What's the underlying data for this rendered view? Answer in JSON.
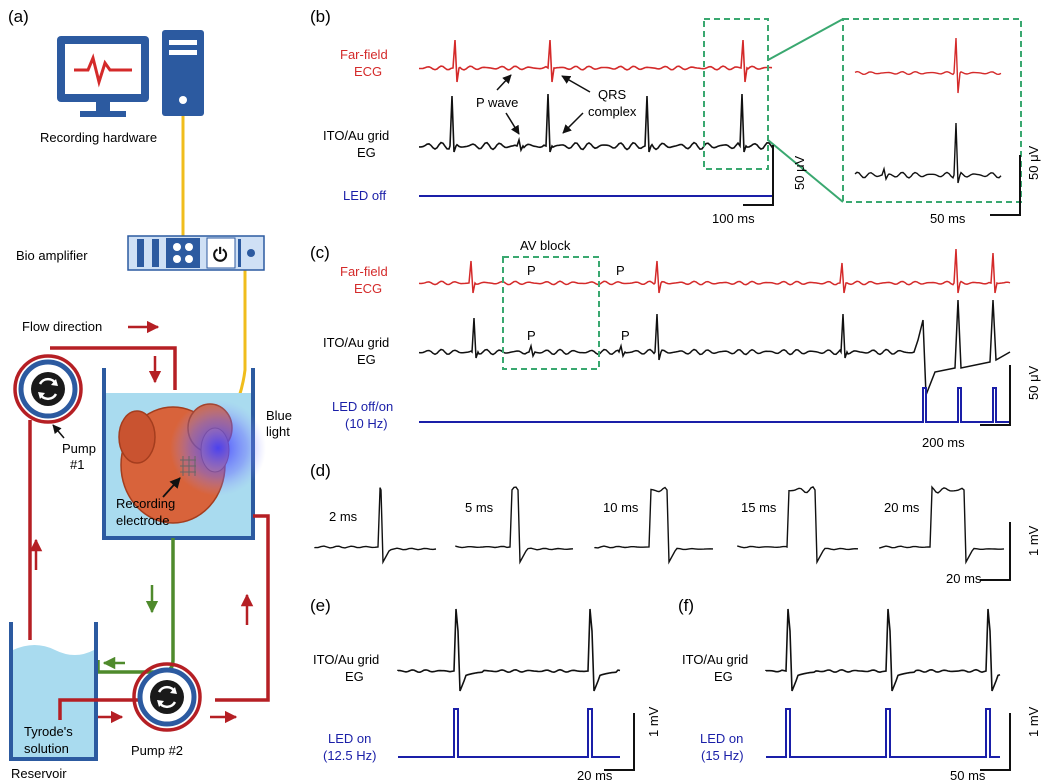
{
  "panel_labels": {
    "a": "(a)",
    "b": "(b)",
    "c": "(c)",
    "d": "(d)",
    "e": "(e)",
    "f": "(f)"
  },
  "colors": {
    "ecg_red": "#d42a2a",
    "eg_black": "#111111",
    "led_blue": "#1a1fa8",
    "box_green": "#3aa870",
    "tube_red": "#b51f24",
    "tube_green": "#4f8a2c",
    "wire_yellow": "#f0bd1c",
    "device_blue": "#2c5aa0"
  },
  "setup": {
    "recording_hardware": "Recording hardware",
    "bio_amplifier": "Bio amplifier",
    "flow_direction": "Flow direction",
    "pump1_line1": "Pump",
    "pump1_line2": "#1",
    "pump2": "Pump #2",
    "blue_light_line1": "Blue",
    "blue_light_line2": "light",
    "electrode_line1": "Recording",
    "electrode_line2": "electrode",
    "solution_line1": "Tyrode's",
    "solution_line2": "solution",
    "reservoir": "Reservoir"
  },
  "panel_b": {
    "ecg_line1": "Far-field",
    "ecg_line2": "ECG",
    "eg_line1": "ITO/Au grid",
    "eg_line2": "EG",
    "led": "LED off",
    "p_wave": "P wave",
    "qrs_line1": "QRS",
    "qrs_line2": "complex",
    "scale_time": "100 ms",
    "scale_amp": "50 μV",
    "zoom_scale_time": "50 ms",
    "zoom_scale_amp": "50 μV"
  },
  "panel_c": {
    "ecg_line1": "Far-field",
    "ecg_line2": "ECG",
    "eg_line1": "ITO/Au grid",
    "eg_line2": "EG",
    "led_line1": "LED off/on",
    "led_line2": "(10 Hz)",
    "av_block": "AV block",
    "p": "P",
    "scale_time": "200 ms",
    "scale_amp": "50 μV"
  },
  "panel_d": {
    "pulses": [
      "2 ms",
      "5 ms",
      "10 ms",
      "15 ms",
      "20 ms"
    ],
    "scale_time": "20 ms",
    "scale_amp": "1 mV"
  },
  "panel_e": {
    "eg_line1": "ITO/Au grid",
    "eg_line2": "EG",
    "led_line1": "LED on",
    "led_line2": "(12.5 Hz)",
    "scale_time": "20 ms",
    "scale_amp": "1 mV"
  },
  "panel_f": {
    "eg_line1": "ITO/Au grid",
    "eg_line2": "EG",
    "led_line1": "LED on",
    "led_line2": "(15 Hz)",
    "scale_time": "50 ms",
    "scale_amp": "1 mV"
  }
}
